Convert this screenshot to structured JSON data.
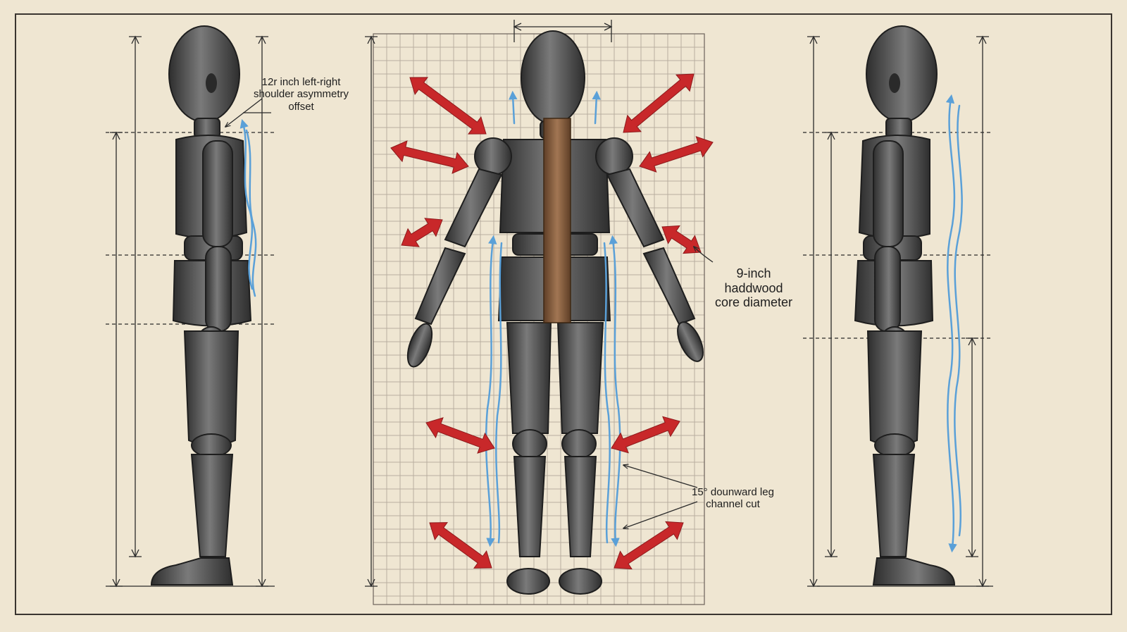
{
  "colors": {
    "paper": "#efe6d2",
    "frame": "#3a3530",
    "ink": "#2a2a2a",
    "grid": "#b9aea0",
    "figure_dark": "#3c3c3c",
    "figure_light": "#8a8a8a",
    "core_wood": "#8a5e3c",
    "force_arrow": "#c8282a",
    "flow_arrow": "#5aa0d8"
  },
  "annotations": {
    "shoulder_offset": {
      "line1": "12r inch left-right",
      "line2": "shoulder asymmetry",
      "line3": "offset"
    },
    "core_diameter": {
      "line1": "9-inch",
      "line2": "haddwood",
      "line3": "core diameter"
    },
    "leg_channel": {
      "line1": "15° dounward leg",
      "line2": "channel cut"
    }
  },
  "views": [
    {
      "name": "side-view-left",
      "icon": "mannequin-side-icon"
    },
    {
      "name": "front-view",
      "icon": "mannequin-front-icon"
    },
    {
      "name": "side-view-right",
      "icon": "mannequin-side-icon"
    }
  ]
}
